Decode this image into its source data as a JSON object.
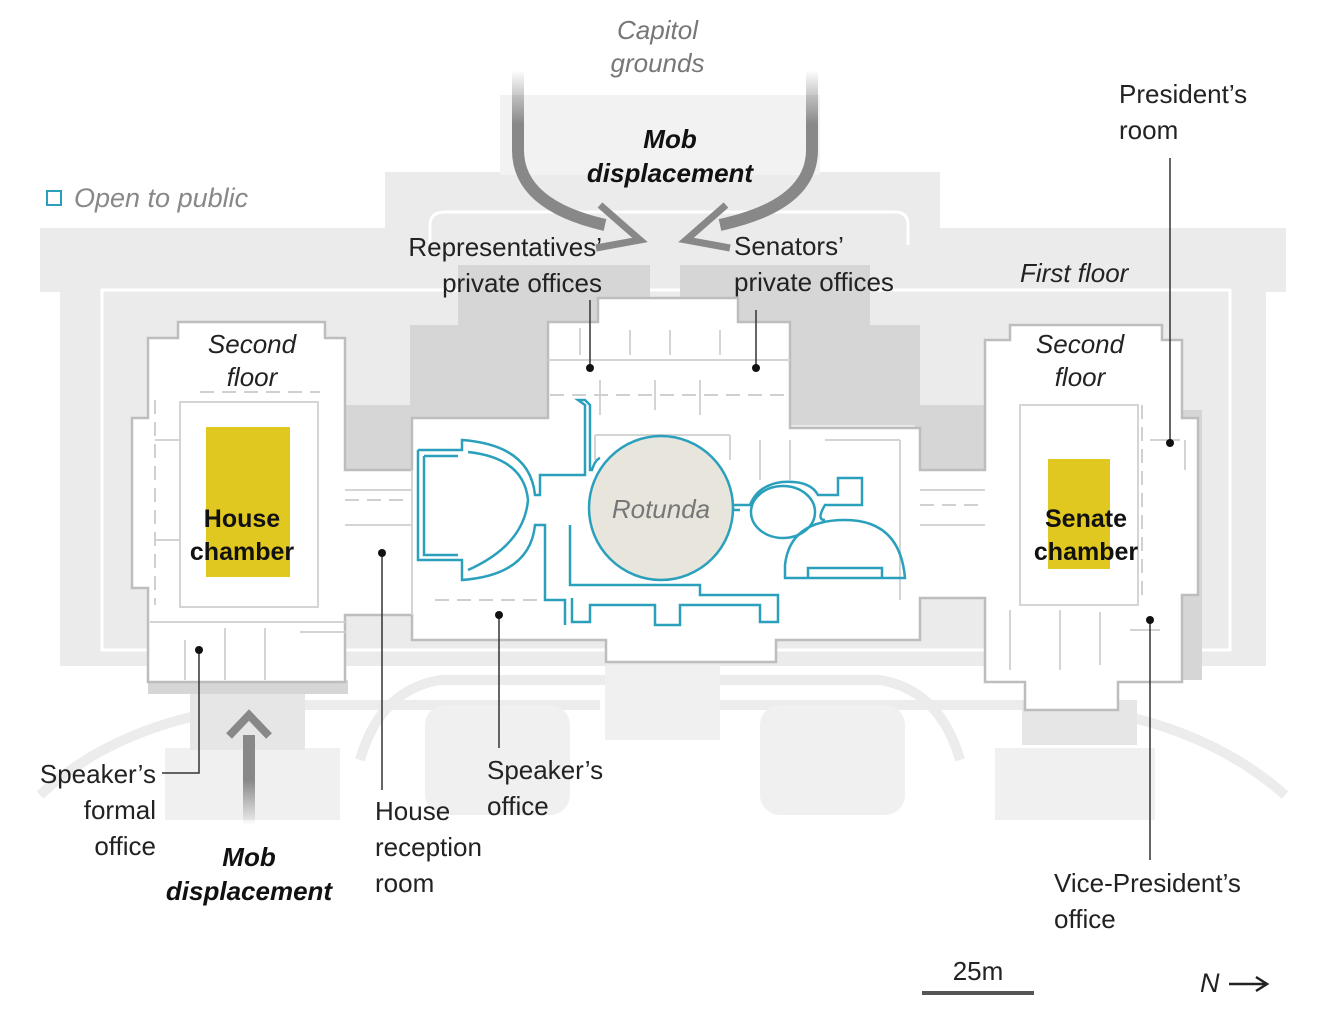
{
  "grounds": {
    "line1": "Capitol",
    "line2": "grounds"
  },
  "legend": {
    "open_to_public": "Open to public"
  },
  "mob_top": {
    "line1": "Mob",
    "line2": "displacement"
  },
  "mob_bottom": {
    "line1": "Mob",
    "line2": "displacement"
  },
  "rooms": {
    "reps_offices": {
      "line1": "Representatives’",
      "line2": "private offices"
    },
    "senators_offices": {
      "line1": "Senators’",
      "line2": "private offices"
    },
    "presidents_room": {
      "line1": "President’s",
      "line2": "room"
    },
    "first_floor": "First floor",
    "second_floor_left": {
      "line1": "Second",
      "line2": "floor"
    },
    "second_floor_right": {
      "line1": "Second",
      "line2": "floor"
    },
    "house_chamber": {
      "line1": "House",
      "line2": "chamber"
    },
    "senate_chamber": {
      "line1": "Senate",
      "line2": "chamber"
    },
    "rotunda": "Rotunda",
    "speakers_formal": {
      "line1": "Speaker’s",
      "line2": "formal",
      "line3": "office"
    },
    "house_reception": {
      "line1": "House",
      "line2": "reception",
      "line3": "room"
    },
    "speakers_office": {
      "line1": "Speaker’s",
      "line2": "office"
    },
    "vp_office": {
      "line1": "Vice-President’s",
      "line2": "office"
    }
  },
  "scale": "25m",
  "north": "N",
  "colors": {
    "chamber": "#e0c820",
    "public_outline": "#2aa0bd",
    "rotunda_fill": "#e8e6dc",
    "building": "#ffffff",
    "wing_grey": "#d6d6d6",
    "grounds_grey": "#ebebeb",
    "arrow": "#888888"
  },
  "icons": [
    "open-to-public-legend-icon",
    "north-arrow-icon",
    "mob-arrow-icon",
    "callout-dot-icon"
  ]
}
